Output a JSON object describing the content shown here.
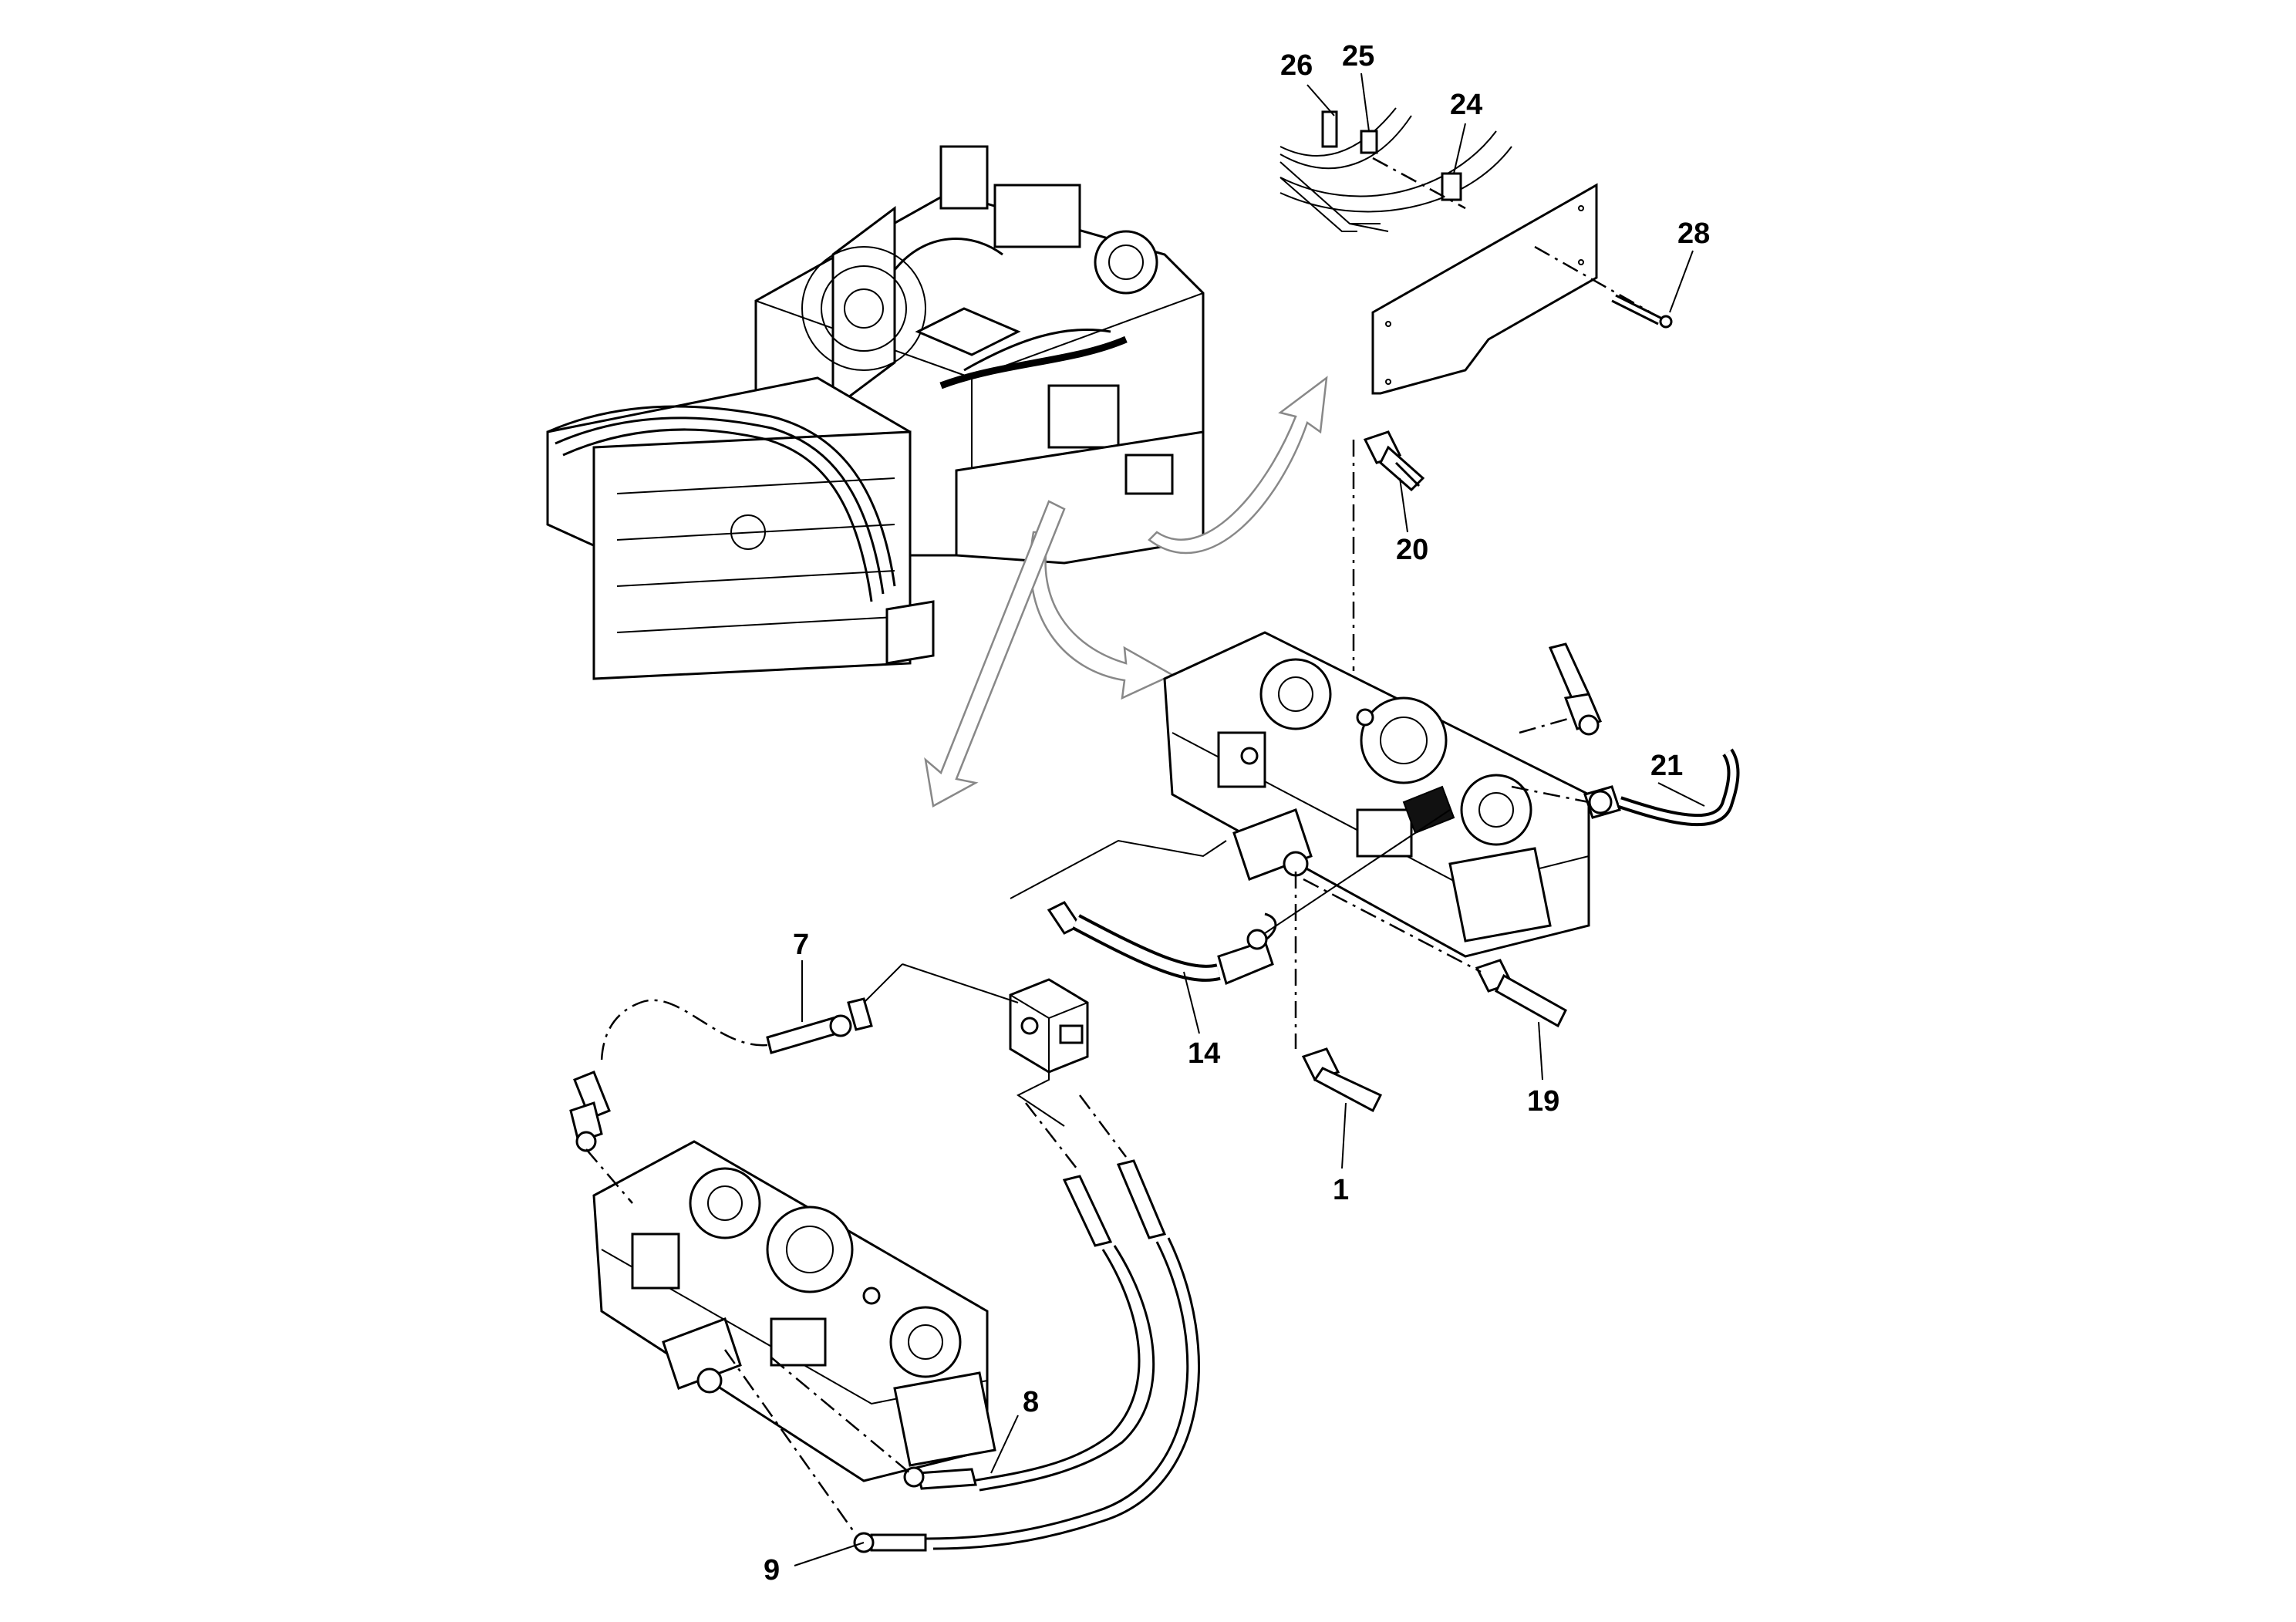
{
  "callouts": {
    "c1": "1",
    "c7": "7",
    "c8": "8",
    "c9": "9",
    "c14": "14",
    "c19": "19",
    "c20": "20",
    "c21": "21",
    "c24": "24",
    "c25": "25",
    "c26": "26",
    "c28": "28"
  }
}
